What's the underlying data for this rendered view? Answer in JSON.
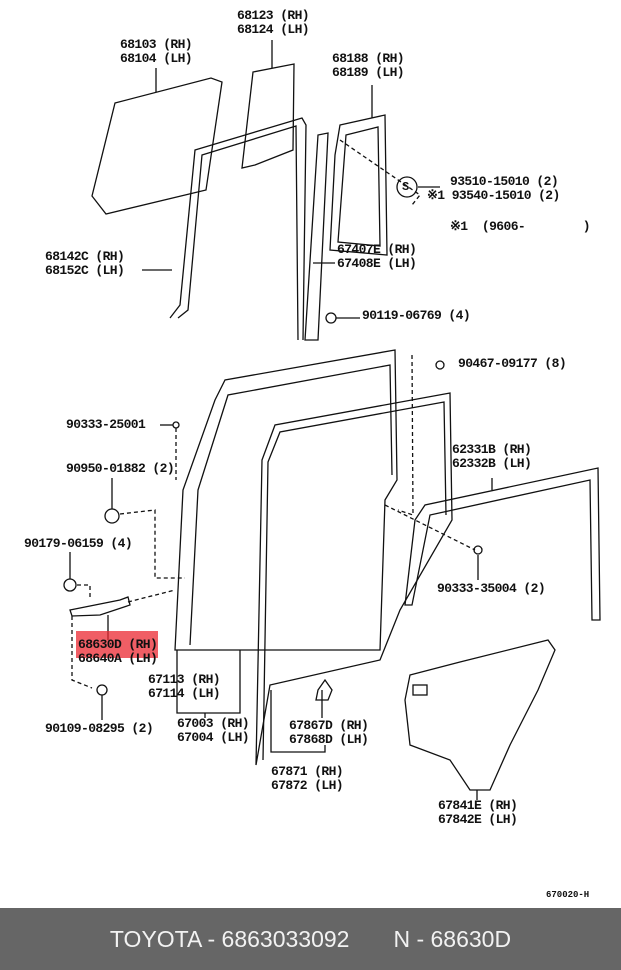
{
  "labels": {
    "l68123": "68123 (RH)\n68124 (LH)",
    "l68103": "68103 (RH)\n68104 (LH)",
    "l68188": "68188 (RH)\n68189 (LH)",
    "l93510": "93510-15010 (2)",
    "l93540": "※1 93540-15010 (2)",
    "note1": "※1  (9606-        )",
    "l67407": "67407E (RH)\n67408E (LH)",
    "l68142": "68142C (RH)\n68152C (LH)",
    "l90119": "90119-06769 (4)",
    "l90467": "90467-09177 (8)",
    "l90333a": "90333-25001",
    "l90950": "90950-01882 (2)",
    "l62331": "62331B (RH)\n62332B (LH)",
    "l90179": "90179-06159 (4)",
    "l90333b": "90333-35004 (2)",
    "l68630": "68630D (RH)\n68640A (LH)",
    "l67113": "67113 (RH)\n67114 (LH)",
    "l90109": "90109-08295 (2)",
    "l67003": "67003 (RH)\n67004 (LH)",
    "l67867": "67867D (RH)\n67868D (LH)",
    "l67871": "67871 (RH)\n67872 (LH)",
    "l67841": "67841E (RH)\n67842E (LH)",
    "symbol_s": "S"
  },
  "diagram_code": "670020-H",
  "highlight_color": "#eb2832",
  "footer": {
    "brand_part": "TOYOTA - 6863033092",
    "ref": "N - 68630D"
  }
}
